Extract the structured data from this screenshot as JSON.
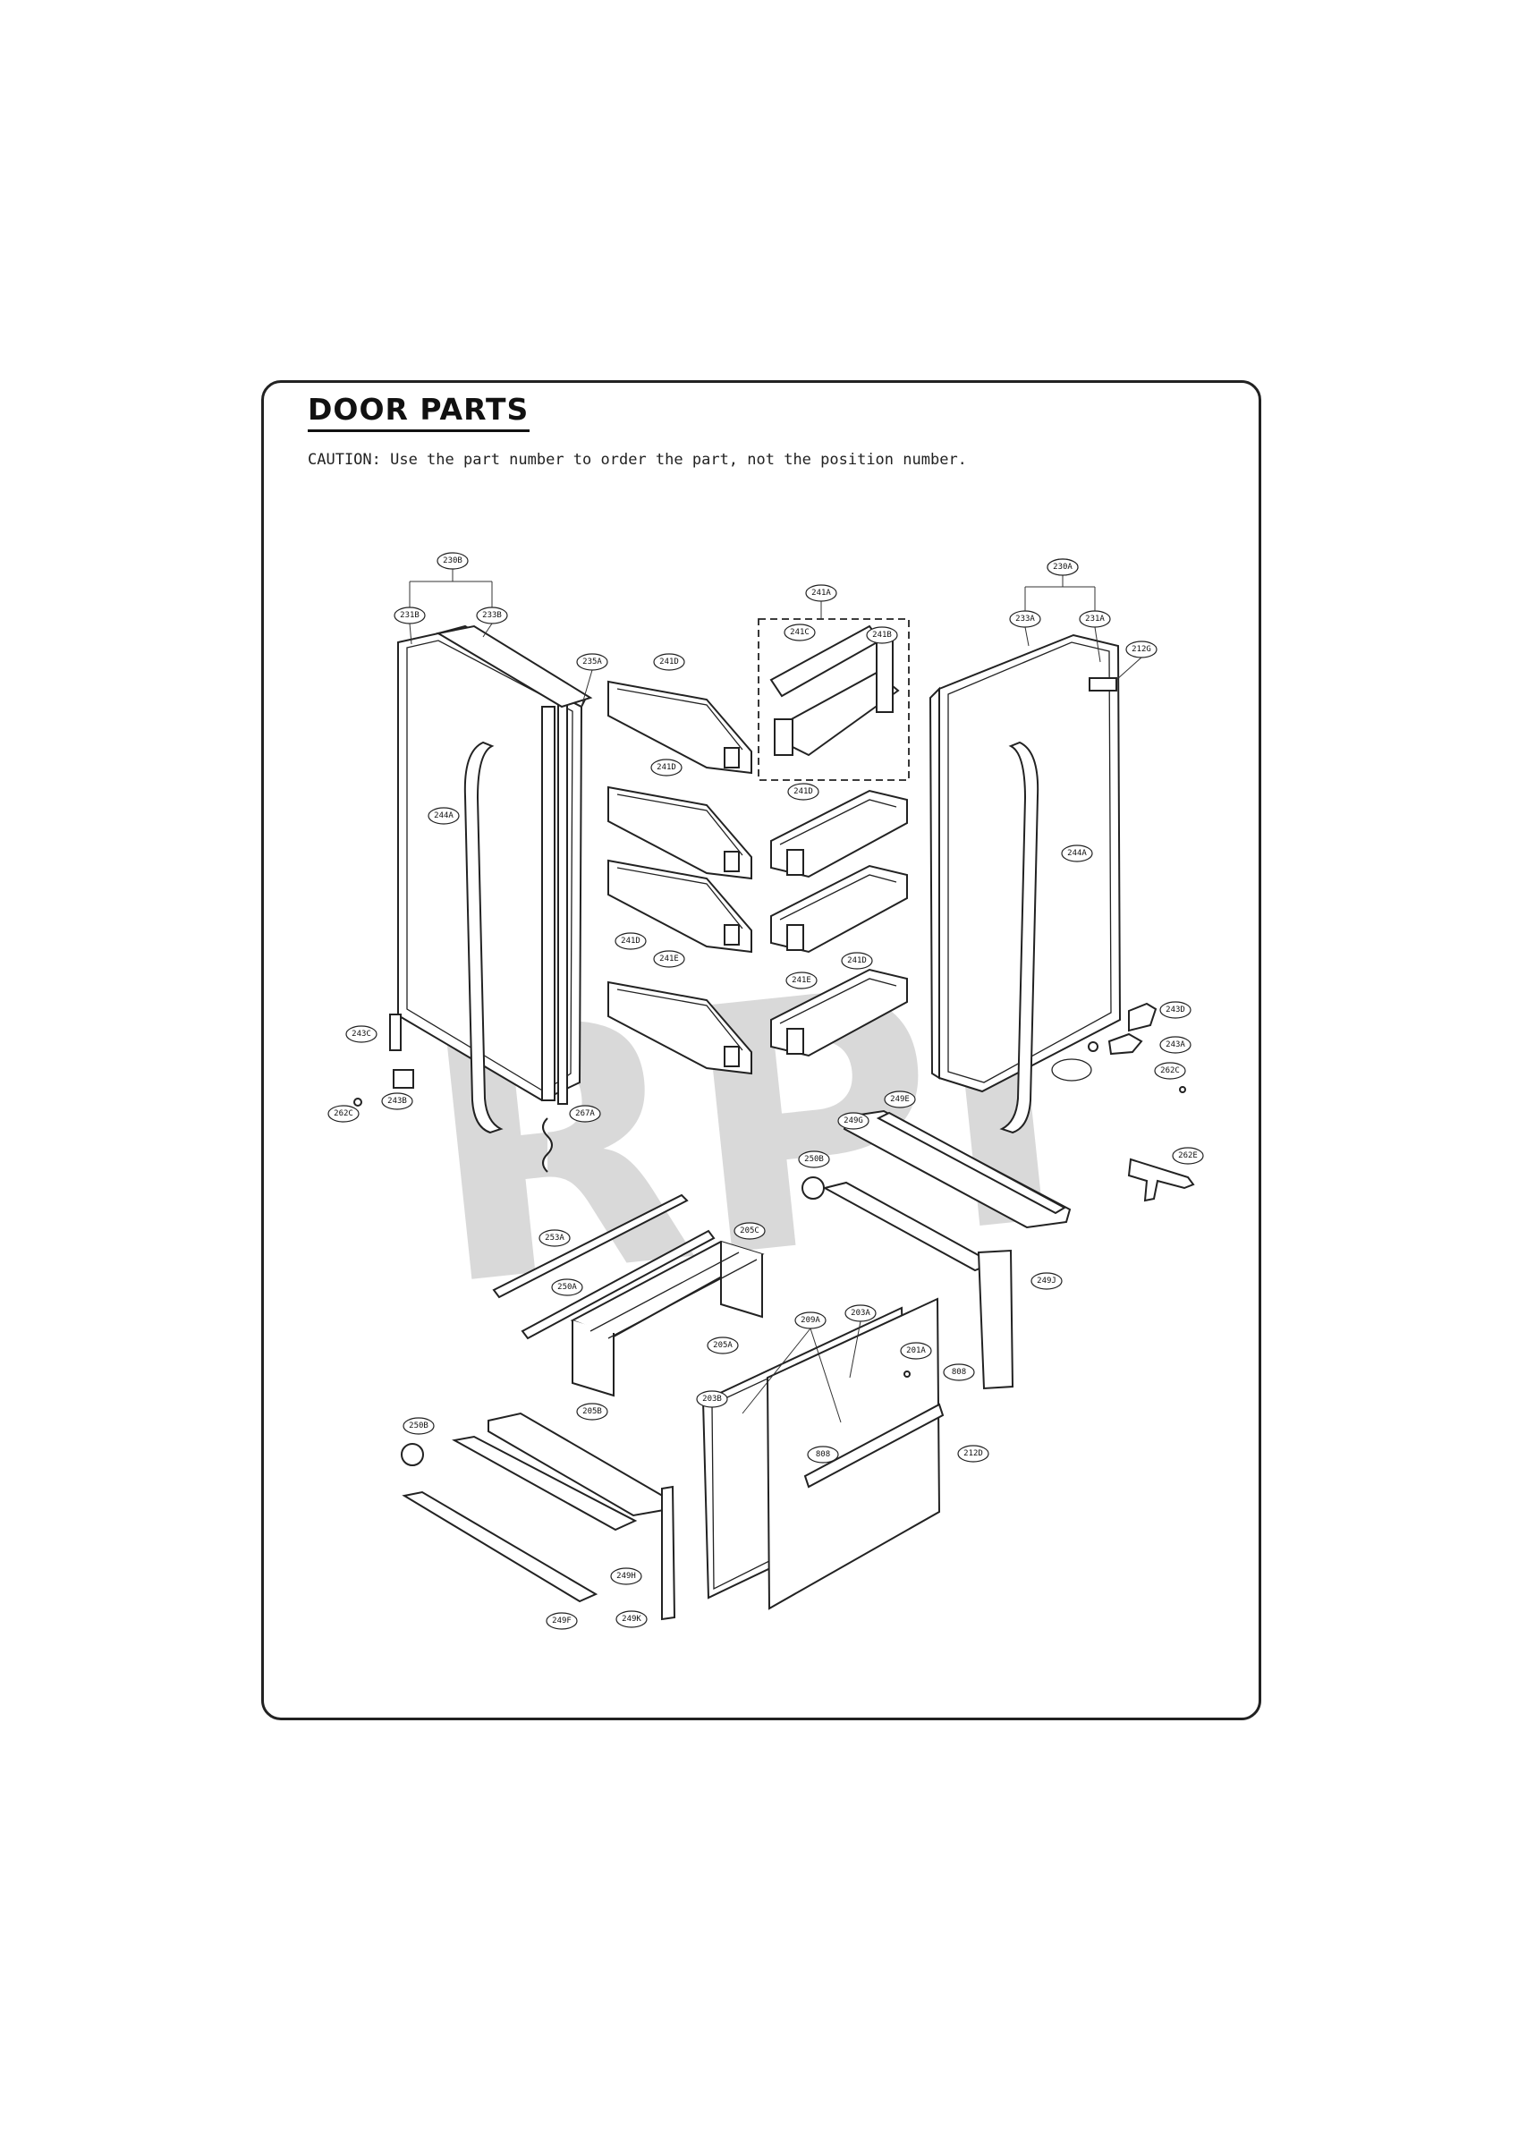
{
  "document": {
    "title": "DOOR PARTS",
    "caution": "CAUTION: Use the part number to order the part, not the position number.",
    "watermark": "RPI"
  },
  "parts": [
    {
      "id": "230B"
    },
    {
      "id": "231B"
    },
    {
      "id": "233B"
    },
    {
      "id": "235A"
    },
    {
      "id": "241D"
    },
    {
      "id": "241A"
    },
    {
      "id": "241C"
    },
    {
      "id": "241B"
    },
    {
      "id": "230A"
    },
    {
      "id": "233A"
    },
    {
      "id": "231A"
    },
    {
      "id": "212G"
    },
    {
      "id": "244A"
    },
    {
      "id": "241E"
    },
    {
      "id": "243D"
    },
    {
      "id": "243A"
    },
    {
      "id": "262C"
    },
    {
      "id": "243C"
    },
    {
      "id": "243B"
    },
    {
      "id": "267A"
    },
    {
      "id": "249G"
    },
    {
      "id": "249E"
    },
    {
      "id": "250B"
    },
    {
      "id": "262E"
    },
    {
      "id": "253A"
    },
    {
      "id": "205C"
    },
    {
      "id": "250A"
    },
    {
      "id": "249J"
    },
    {
      "id": "205A"
    },
    {
      "id": "209A"
    },
    {
      "id": "203A"
    },
    {
      "id": "201A"
    },
    {
      "id": "205B"
    },
    {
      "id": "203B"
    },
    {
      "id": "808"
    },
    {
      "id": "212D"
    },
    {
      "id": "249H"
    },
    {
      "id": "249K"
    },
    {
      "id": "249F"
    }
  ],
  "icons": {
    "watermark": "rpi-watermark",
    "callout": "oval-callout"
  }
}
